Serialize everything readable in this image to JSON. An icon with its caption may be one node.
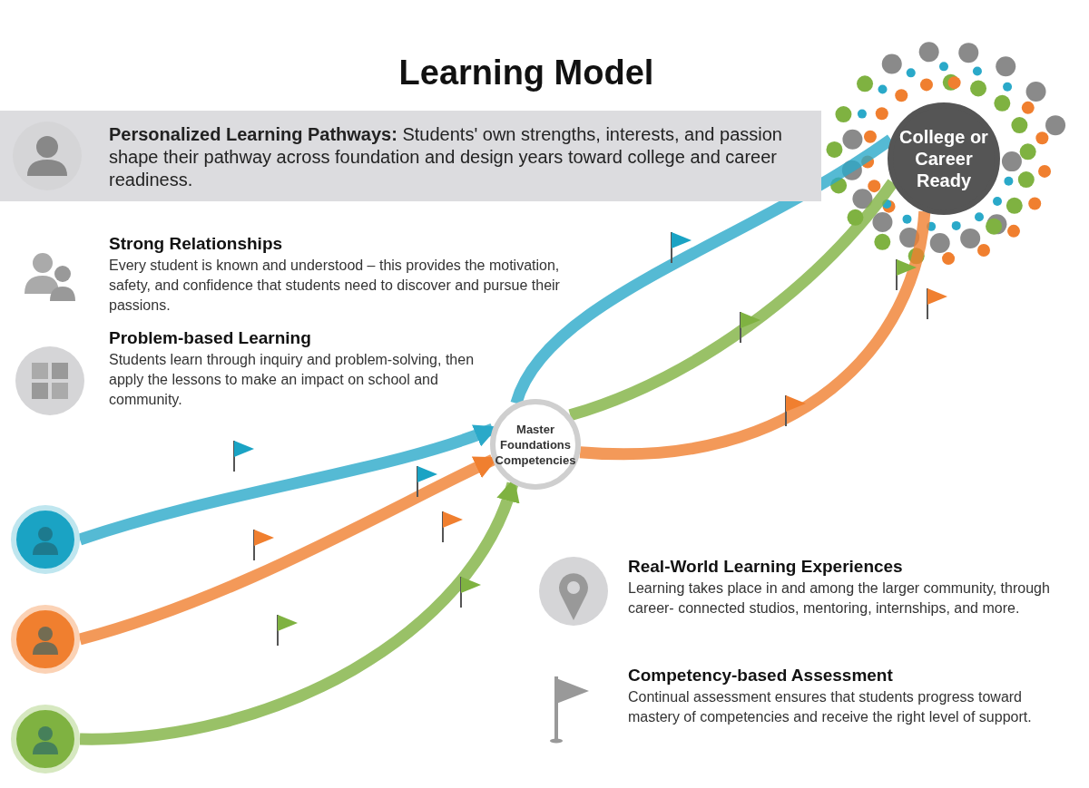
{
  "diagram": {
    "title": "Learning Model",
    "nodes": [
      {
        "text": [
          "College or Career Ready"
        ]
      },
      {
        "text": [
          "Master Foundations Competencies"
        ]
      },
      {
        "text": [],
        "shape": "circle"
      },
      {
        "text": [],
        "shape": "circle"
      },
      {
        "text": [],
        "shape": "circle"
      }
    ],
    "edges": [
      {
        "from": 2,
        "to": 1,
        "arrow": "to",
        "color": "#2aa9c9"
      },
      {
        "from": 3,
        "to": 1,
        "arrow": "to",
        "color": "#f07f2f"
      },
      {
        "from": 4,
        "to": 1,
        "arrow": "to",
        "color": "#7fb241"
      },
      {
        "from": 1,
        "to": 0,
        "arrow": "none",
        "color": "#2aa9c9"
      },
      {
        "from": 1,
        "to": 0,
        "arrow": "none",
        "color": "#7fb241"
      },
      {
        "from": 1,
        "to": 0,
        "arrow": "none",
        "color": "#f07f2f"
      }
    ],
    "labels": [
      "**Personalized Learning Pathways:** Students' own strengths, interests, and passion shape their pathway across foundation and design years toward college and career readiness.",
      "Strong Relationships",
      "Every student is known and understood – this provides the motivation, safety, and confidence that students need to discover and pursue their passions.",
      "Problem-based Learning",
      "Students learn through inquiry and problem-solving, then apply the lessons to make an impact on school and community.",
      "Real-World Learning Experiences",
      "Learning takes place in and among the larger community, through career- connected studios, mentoring, internships, and more.",
      "Competency-based Assessment",
      "Continual assessment ensures that students progress toward mastery of competencies and receive the right level of support."
    ]
  }
}
